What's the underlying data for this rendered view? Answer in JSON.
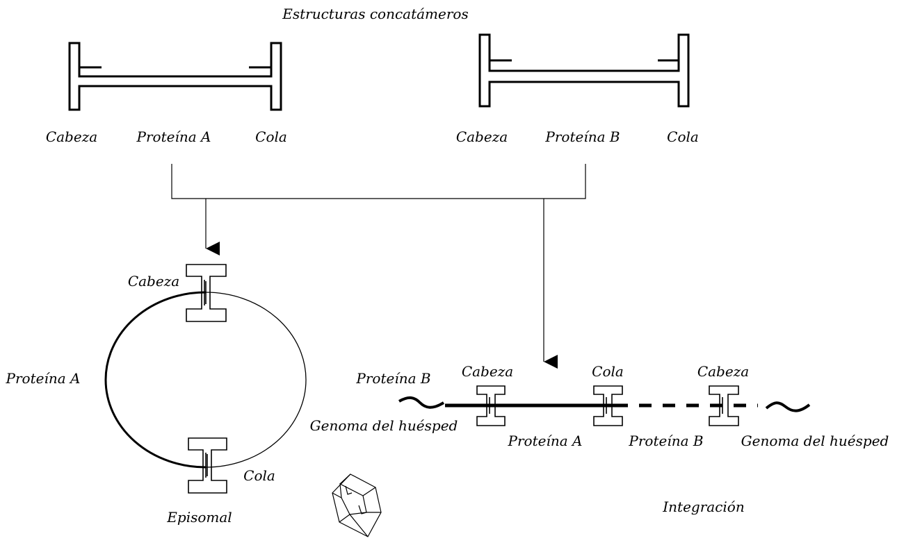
{
  "title": "Estructuras concatámeros",
  "structure_a": {
    "head": "Cabeza",
    "protein": "Proteína A",
    "tail": "Cola"
  },
  "structure_b": {
    "head": "Cabeza",
    "protein": "Proteína B",
    "tail": "Cola"
  },
  "episomal": {
    "head": "Cabeza",
    "protein": "Proteína A",
    "tail": "Cola",
    "caption": "Episomal"
  },
  "integration": {
    "protein_b_left": "Proteína B",
    "host_left": "Genoma del huésped",
    "head_1": "Cabeza",
    "tail": "Cola",
    "head_2": "Cabeza",
    "protein_a": "Proteína A",
    "protein_b": "Proteína B",
    "host_right": "Genoma del huésped",
    "caption": "Integración"
  },
  "colors": {
    "line": "#000000",
    "background": "#ffffff"
  }
}
